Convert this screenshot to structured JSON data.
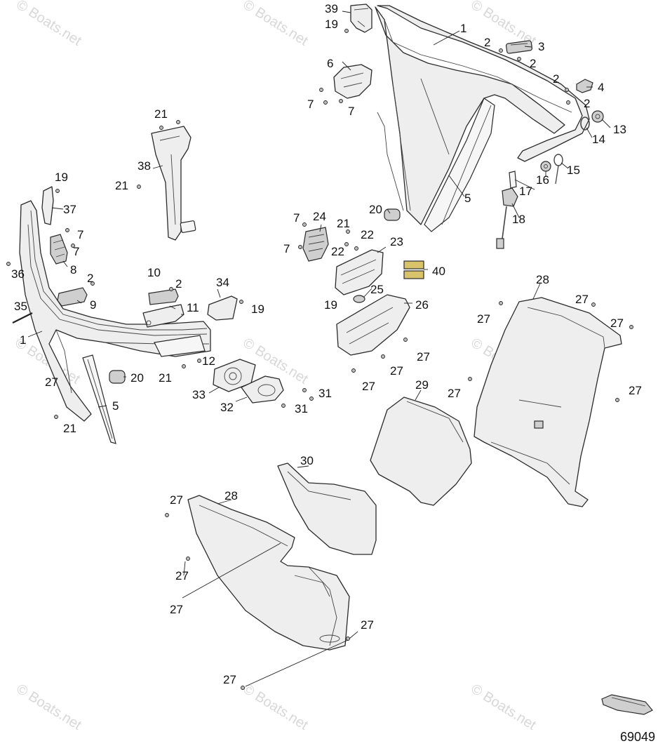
{
  "watermark": "© Boats.net",
  "figure_number": "69049",
  "callouts": {
    "c1a": "1",
    "c1b": "1",
    "c2a": "2",
    "c2b": "2",
    "c2c": "2",
    "c2d": "2",
    "c2e": "2",
    "c2f": "2",
    "c3": "3",
    "c4": "4",
    "c5a": "5",
    "c5b": "5",
    "c6": "6",
    "c7a": "7",
    "c7b": "7",
    "c7c": "7",
    "c7d": "7",
    "c7e": "7",
    "c8": "8",
    "c9": "9",
    "c10": "10",
    "c11": "11",
    "c12": "12",
    "c13": "13",
    "c14": "14",
    "c15": "15",
    "c16": "16",
    "c17": "17",
    "c18": "18",
    "c19a": "19",
    "c19b": "19",
    "c19c": "19",
    "c19d": "19",
    "c20a": "20",
    "c20b": "20",
    "c21a": "21",
    "c21b": "21",
    "c21c": "21",
    "c21d": "21",
    "c21e": "21",
    "c22a": "22",
    "c22b": "22",
    "c23": "23",
    "c24": "24",
    "c25": "25",
    "c26": "26",
    "c27a": "27",
    "c27b": "27",
    "c27c": "27",
    "c27d": "27",
    "c27e": "27",
    "c27f": "27",
    "c27g": "27",
    "c27h": "27",
    "c27i": "27",
    "c27j": "27",
    "c27k": "27",
    "c27l": "27",
    "c27m": "27",
    "c28a": "28",
    "c28b": "28",
    "c29": "29",
    "c30": "30",
    "c31a": "31",
    "c31b": "31",
    "c32": "32",
    "c33": "33",
    "c34": "34",
    "c35": "35",
    "c36": "36",
    "c37": "37",
    "c38": "38",
    "c39": "39",
    "c40": "40"
  }
}
